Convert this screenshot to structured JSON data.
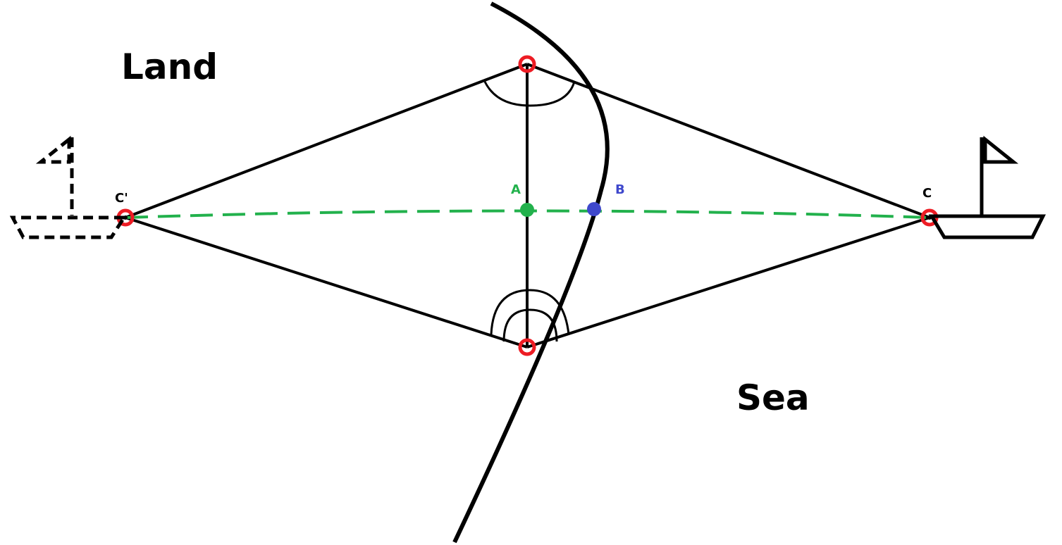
{
  "regions": {
    "land": "Land",
    "sea": "Sea"
  },
  "points": {
    "a": "A",
    "b": "B",
    "c": "C",
    "c_prime": "C'"
  },
  "colors": {
    "line": "#000000",
    "sightline": "#22b14c",
    "point_a": "#22b14c",
    "point_b": "#3f48cc",
    "station": "#ed1c24"
  },
  "icons": {
    "boat": "sailboat-icon",
    "boat_reflection": "sailboat-outline-icon"
  }
}
